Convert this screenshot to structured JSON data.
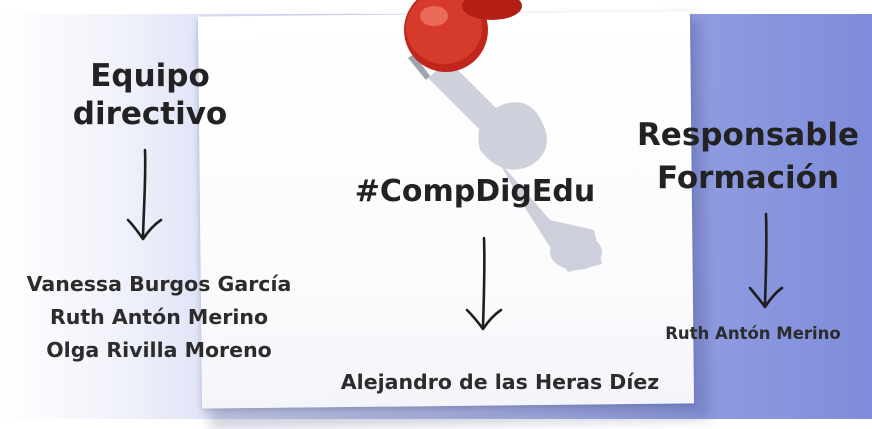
{
  "columns": {
    "left": {
      "heading": [
        "Equipo",
        "directivo"
      ],
      "names": [
        "Vanessa Burgos García",
        "Ruth Antón Merino",
        "Olga Rivilla Moreno"
      ]
    },
    "center": {
      "heading": [
        "#CompDigEdu"
      ],
      "names": [
        "Alejandro de las Heras Díez"
      ]
    },
    "right": {
      "heading": [
        "Responsable",
        "Formación"
      ],
      "names": [
        "Ruth Antón Merino"
      ]
    }
  },
  "icons": {
    "pin": "pushpin-icon",
    "arrow": "hand-drawn-down-arrow-icon"
  },
  "colors": {
    "text": "#222222",
    "pin_red": "#c0261b",
    "background_blue": "#7f8cdb"
  }
}
